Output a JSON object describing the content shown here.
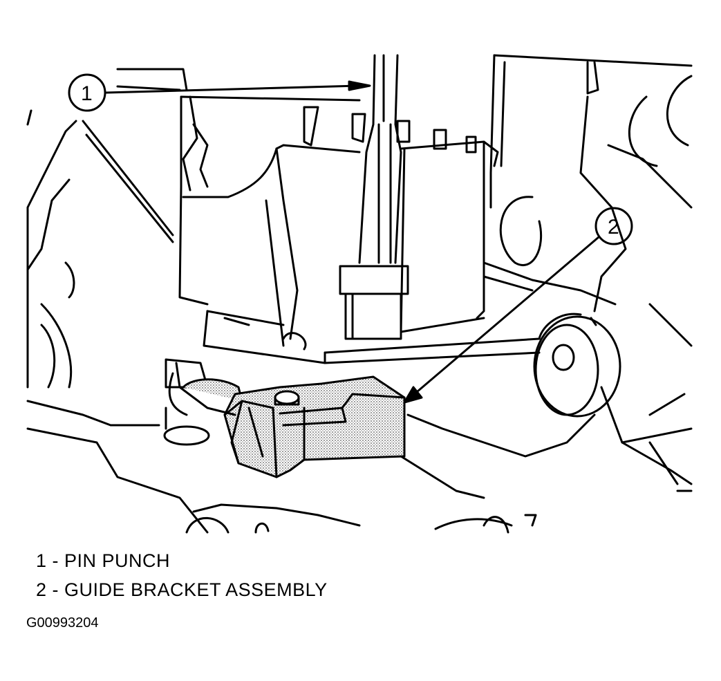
{
  "callouts": [
    {
      "number": "1",
      "label": "PIN PUNCH"
    },
    {
      "number": "2",
      "label": "GUIDE BRACKET ASSEMBLY"
    }
  ],
  "legend": [
    {
      "number": "1",
      "label": "PIN PUNCH",
      "text": "1 - PIN PUNCH"
    },
    {
      "number": "2",
      "label": "GUIDE BRACKET ASSEMBLY",
      "text": "2 - GUIDE BRACKET ASSEMBLY"
    }
  ],
  "figure_id": "G00993204",
  "colors": {
    "ink": "#000000",
    "paper": "#ffffff",
    "stipple": "#6e6e6e"
  }
}
